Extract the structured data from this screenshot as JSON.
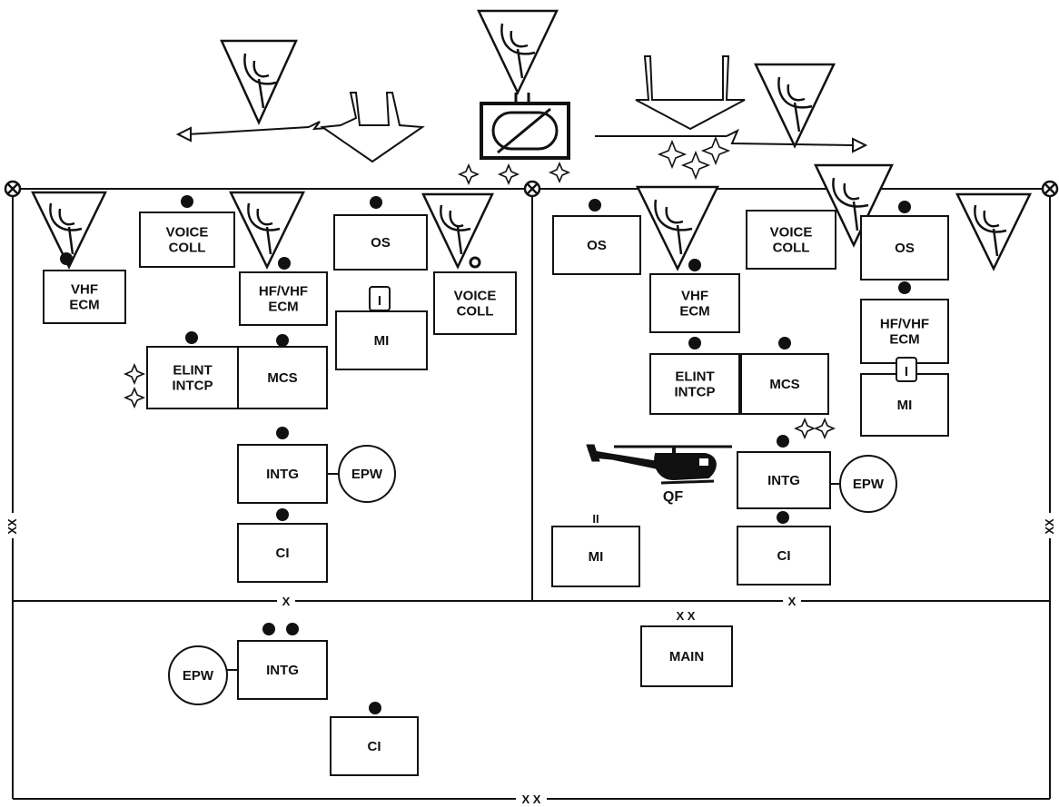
{
  "colors": {
    "ink": "#111111",
    "paper": "#ffffff"
  },
  "icons": {
    "antenna": "radio-antenna-triangle-icon",
    "sensor": "sensor-box-icon",
    "arrow": "axis-of-advance-arrow-icon",
    "helicopter": "helicopter-icon",
    "sparkle": "sparkle-icon",
    "boundary": "boundary-circle-x-icon"
  },
  "units": {
    "vhf_ecm_left": [
      "VHF",
      "ECM"
    ],
    "voice_coll_left": [
      "VOICE",
      "COLL"
    ],
    "hf_vhf_ecm_left": [
      "HF/VHF",
      "ECM"
    ],
    "os_left": [
      "OS"
    ],
    "voice_coll_center": [
      "VOICE",
      "COLL"
    ],
    "mi_left": [
      "MI"
    ],
    "elint_left": [
      "ELINT",
      "INTCP"
    ],
    "mcs_left": [
      "MCS"
    ],
    "intg_left": [
      "INTG"
    ],
    "epw_left": "EPW",
    "ci_left": [
      "CI"
    ],
    "os_right_a": [
      "OS"
    ],
    "vhf_ecm_right": [
      "VHF",
      "ECM"
    ],
    "voice_coll_right": [
      "VOICE",
      "COLL"
    ],
    "os_right_b": [
      "OS"
    ],
    "hf_vhf_ecm_right": [
      "HF/VHF",
      "ECM"
    ],
    "mi_right": [
      "MI"
    ],
    "elint_right": [
      "ELINT",
      "INTCP"
    ],
    "mcs_right": [
      "MCS"
    ],
    "intg_right": [
      "INTG"
    ],
    "epw_right": "EPW",
    "mi_right_low": [
      "MI"
    ],
    "ci_right": [
      "CI"
    ],
    "intg_rear": [
      "INTG"
    ],
    "epw_rear": "EPW",
    "main_rear": [
      "MAIN"
    ],
    "ci_rear": [
      "CI"
    ]
  },
  "size_marks": {
    "mi_left": "I",
    "mi_right": "I",
    "mi_right_low": "II",
    "main_rear": "X X"
  },
  "boundaries": {
    "division_line": "X",
    "brigade_line": "X",
    "side_left": "XX",
    "side_right": "XX",
    "bottom": "X X"
  },
  "helicopter_label": "QF"
}
